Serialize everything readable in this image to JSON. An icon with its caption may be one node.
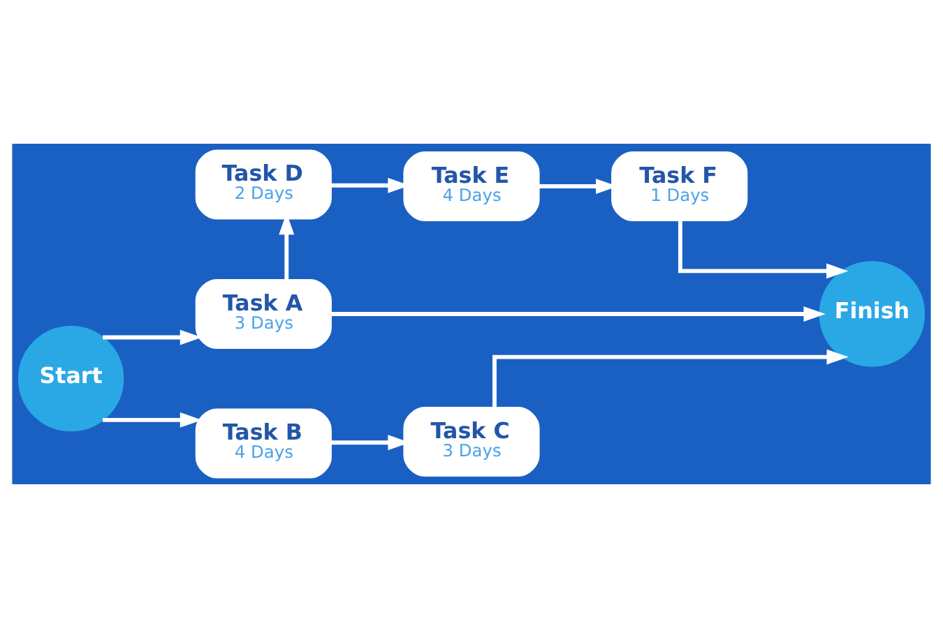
{
  "diagram": {
    "nodes": [
      {
        "text": [
          "Task D",
          "2 Days"
        ]
      },
      {
        "text": [
          "Task E",
          "4 Days"
        ]
      },
      {
        "text": [
          "Task F",
          "1 Days"
        ]
      },
      {
        "text": [
          "Start"
        ]
      },
      {
        "text": [
          "Task A",
          "3 Days"
        ]
      },
      {
        "text": [
          "Finish"
        ]
      },
      {
        "text": [
          "Task B",
          "4 Days"
        ]
      },
      {
        "text": [
          "Task C",
          "3 Days"
        ]
      }
    ],
    "edges": [
      {
        "from": 3,
        "to": 4,
        "arrow": "to"
      },
      {
        "from": 3,
        "to": 6,
        "arrow": "to"
      },
      {
        "from": 4,
        "to": 0,
        "arrow": "to"
      },
      {
        "from": 0,
        "to": 1,
        "arrow": "to"
      },
      {
        "from": 1,
        "to": 2,
        "arrow": "to"
      },
      {
        "from": 2,
        "to": 5,
        "arrow": "to"
      },
      {
        "from": 4,
        "to": 5,
        "arrow": "to"
      },
      {
        "from": 6,
        "to": 7,
        "arrow": "to"
      },
      {
        "from": 7,
        "to": 5,
        "arrow": "to"
      }
    ]
  }
}
